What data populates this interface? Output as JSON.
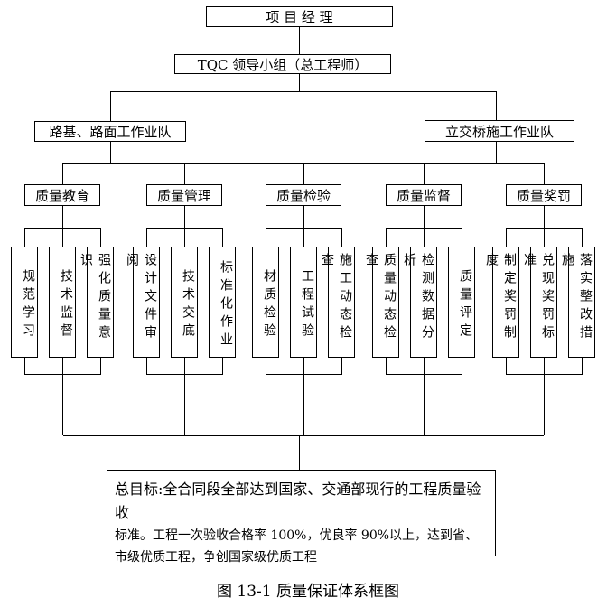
{
  "top": "项 目 经 理",
  "leader": "TQC 领导小组（总工程师）",
  "left_team": "路基、路面工作业队",
  "right_team": "立交桥施工作业队",
  "groups": [
    {
      "title": "质量教育",
      "items": [
        "规范学习",
        "技术监督",
        "强化质量意识"
      ]
    },
    {
      "title": "质量管理",
      "items": [
        "设计文件审阅",
        "技术交底",
        "标准化作业"
      ]
    },
    {
      "title": "质量检验",
      "items": [
        "材质检验",
        "工程试验",
        "施工动态检查"
      ]
    },
    {
      "title": "质量监督",
      "items": [
        "质量动态检查",
        "检测数据分析",
        "质量评定"
      ]
    },
    {
      "title": "质量奖罚",
      "items": [
        "制定奖罚制度",
        "兑现奖罚标准",
        "落实整改措施"
      ]
    }
  ],
  "goal": {
    "title": "总目标:全合同段全部达到国家、交通部现行的工程质量验收",
    "text": "标准。工程一次验收合格率 100%，优良率 90%以上，达到省、市级优质工程，争创国家级优质工程"
  },
  "caption": "图 13-1  质量保证体系框图"
}
